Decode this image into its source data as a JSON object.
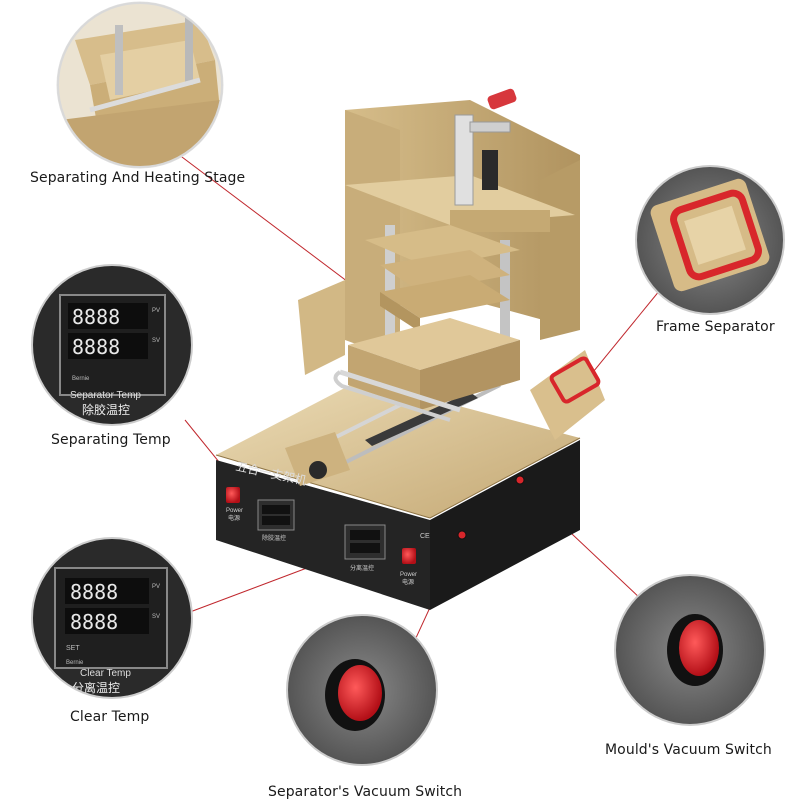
{
  "callouts": {
    "stage": "Separating And Heating Stage",
    "frame": "Frame Separator",
    "sep_temp": "Separating Temp",
    "clear_temp": "Clear Temp",
    "mould_switch": "Mould's Vacuum Switch",
    "separator_switch": "Separator's Vacuum Switch"
  },
  "machine": {
    "front_title": "五合一支架机",
    "left_power_label": "Power",
    "left_power_cn": "电源",
    "right_power_label": "Power",
    "right_power_cn": "电源",
    "left_ctrl_caption": "除胶温控",
    "right_ctrl_caption": "分离温控",
    "ce": "CE"
  },
  "zoom_sep": {
    "digits_pv": "8888",
    "digits_sv": "8888",
    "pv": "PV",
    "sv": "SV",
    "caption_en": "Separator Temp",
    "caption_cn": "除胶温控",
    "brand": "Bernie"
  },
  "zoom_clear": {
    "digits_pv": "8888",
    "digits_sv": "8888",
    "pv": "PV",
    "sv": "SV",
    "caption_en": "Clear Temp",
    "caption_cn": "分离温控",
    "brand": "Bernie",
    "set": "SET"
  },
  "colors": {
    "gold": "#d9c08e",
    "gold_dark": "#b89c68",
    "base_black": "#232323",
    "red_button": "#d8262b",
    "leader_line": "#c0272d"
  }
}
